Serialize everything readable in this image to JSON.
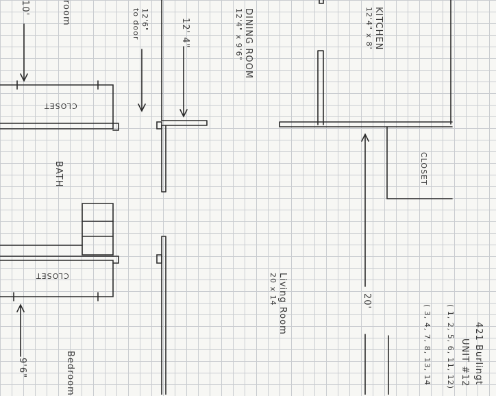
{
  "rooms": {
    "kitchen": {
      "name": "KITCHEN",
      "dims": "12'4\" x 8'"
    },
    "dining": {
      "name": "DINING ROOM",
      "dims": "12'4\" x 9'6\""
    },
    "living": {
      "name": "Living Room",
      "dims": "20 x 14"
    },
    "bath": {
      "name": "BATH"
    },
    "bedroom_top": {
      "name": "room"
    },
    "bedroom_bottom": {
      "name": "Bedroom"
    },
    "closet_right": {
      "name": "CLOSET"
    },
    "closet_top": {
      "name": "CLOSET"
    },
    "closet_bottom": {
      "name": "CLOSET"
    }
  },
  "dimensions": {
    "d_10": "10'",
    "d_12_6": "12'6\"",
    "d_to_door": "to door",
    "d_12_4": "12' 4\"",
    "d_20": "20'",
    "d_9_6": "9'6\""
  },
  "info": {
    "address": "421 Burlingt",
    "unit": "UNIT #12",
    "line1": "( 1, 2, 5, 6, 11, 12)",
    "line2": "( 3, 4, 7, 8, 13, 14"
  },
  "colors": {
    "ink": "#2a2a2a",
    "grid": "#c9ccd0",
    "paper": "#f7f7f4"
  }
}
